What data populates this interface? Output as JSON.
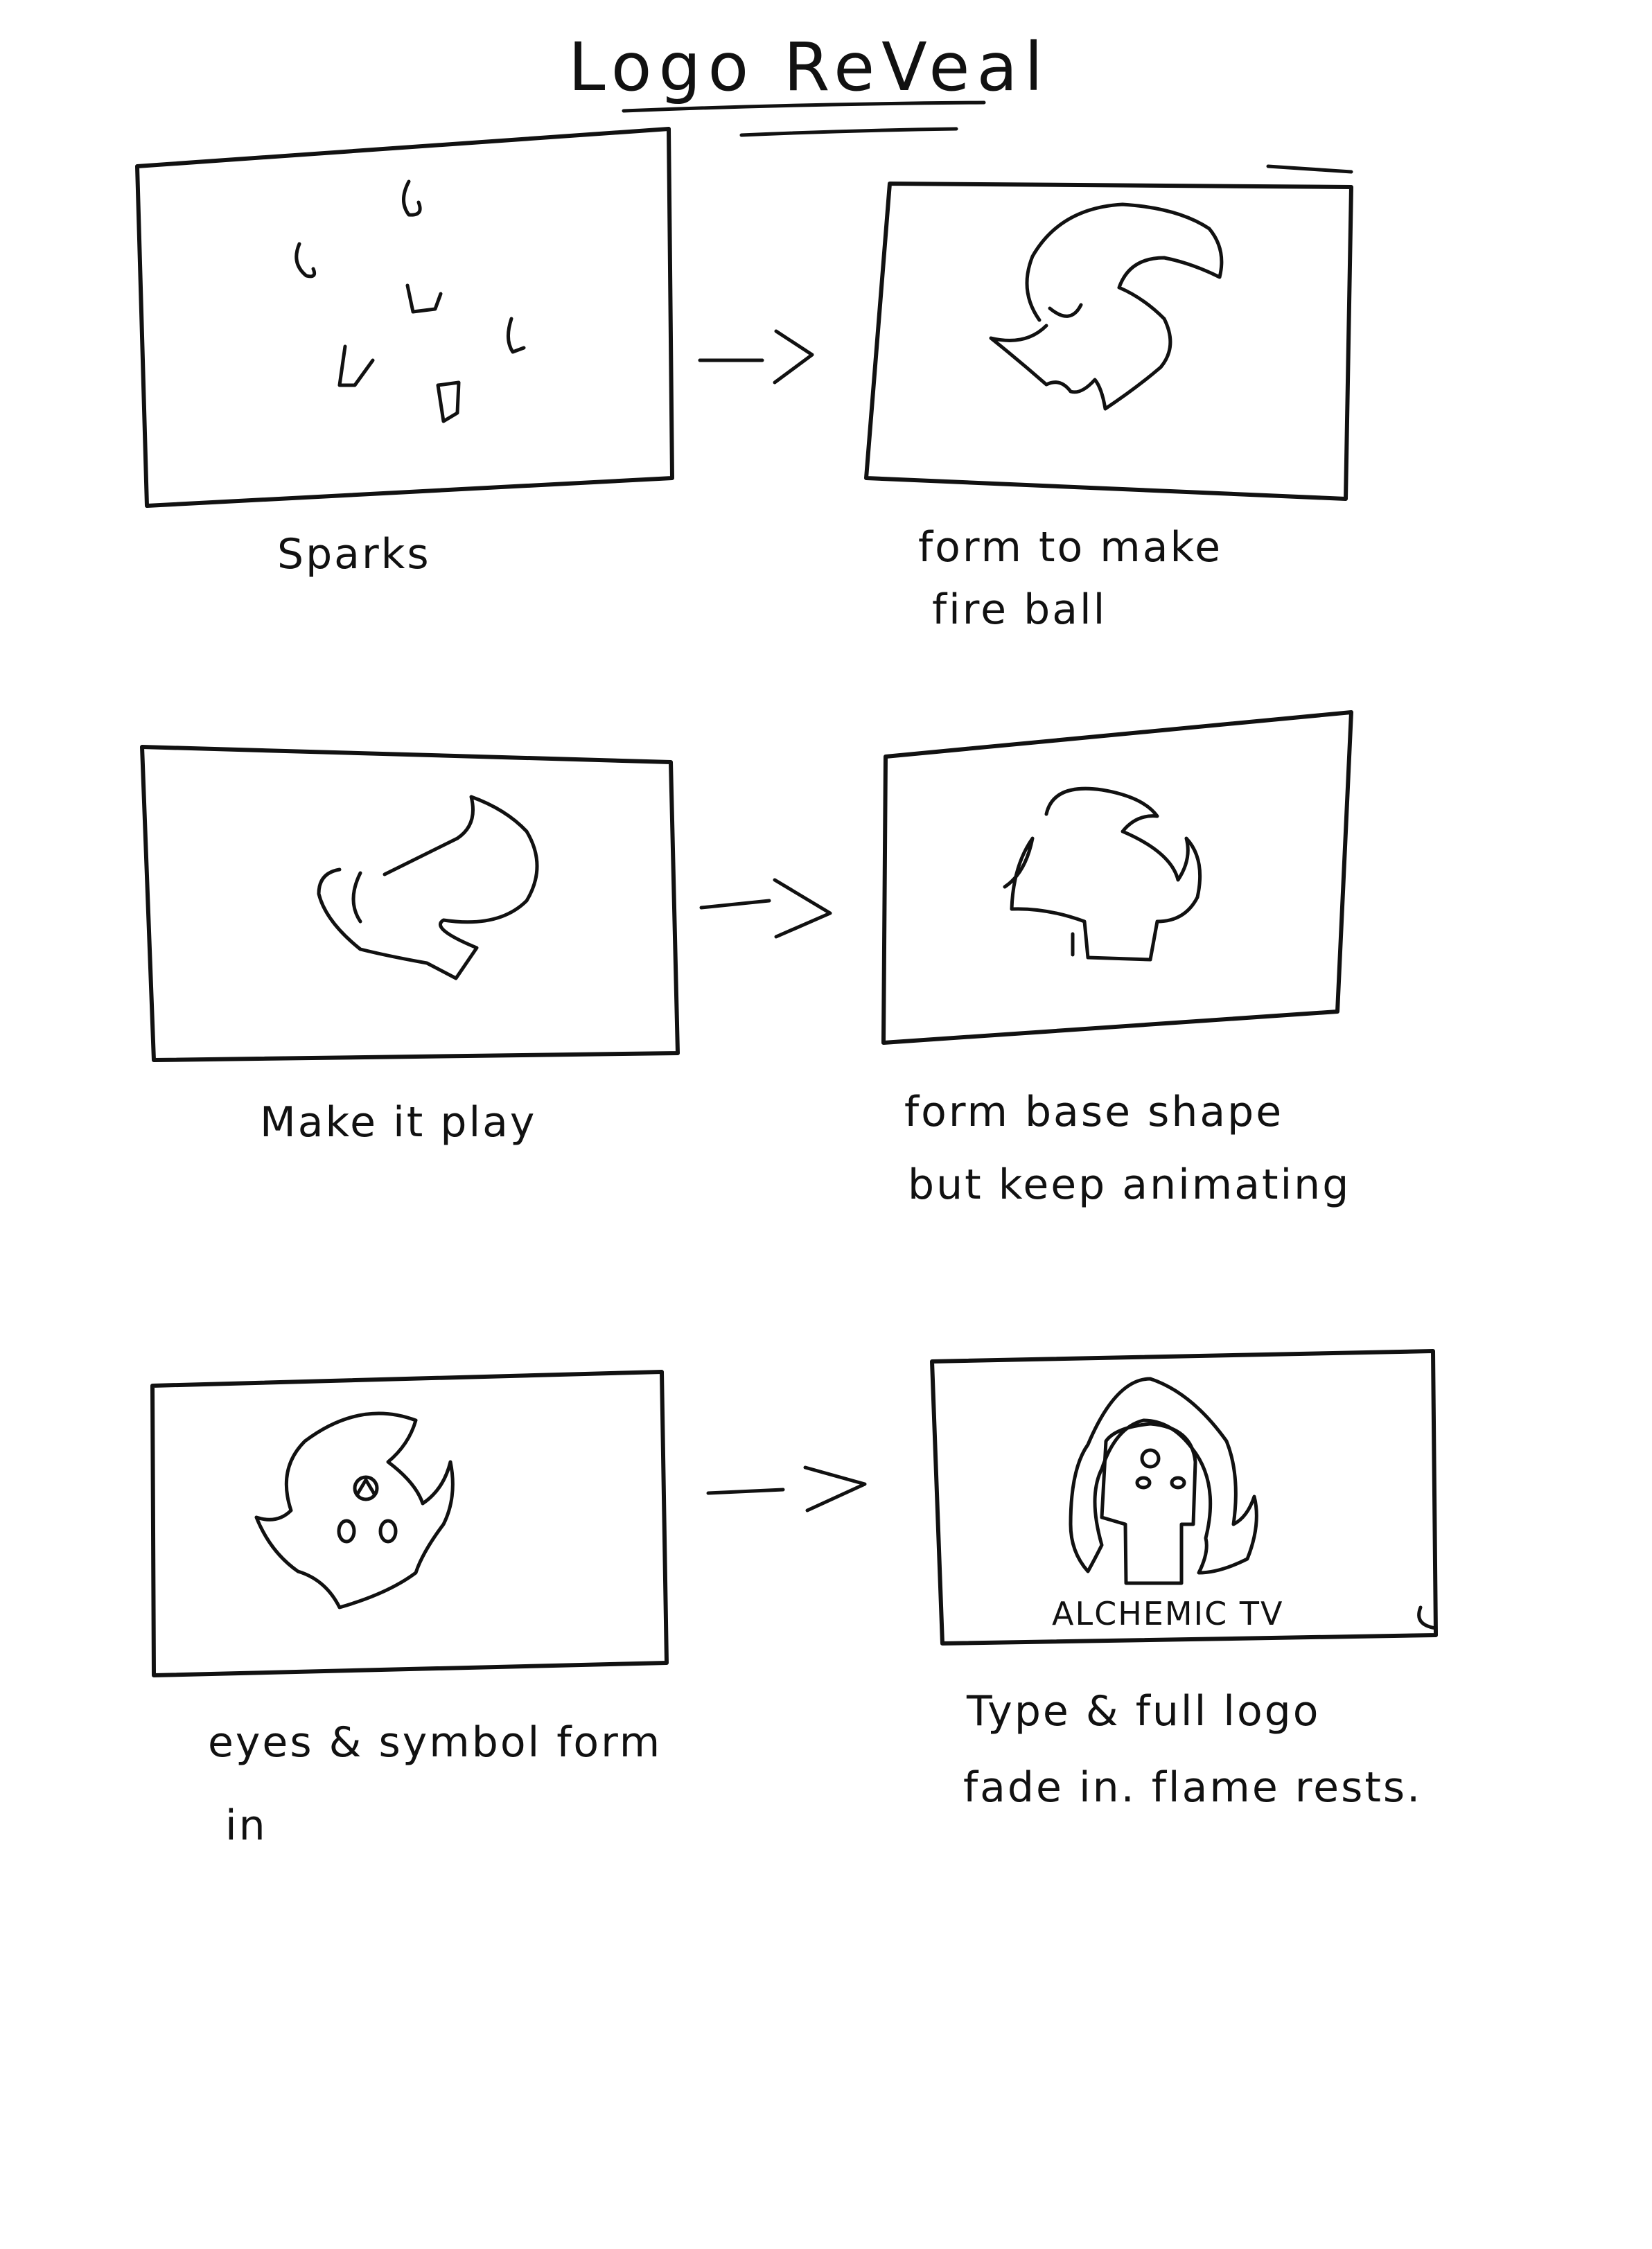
{
  "title": "Logo ReVeal",
  "panels": [
    {
      "caption_lines": [
        "Sparks"
      ]
    },
    {
      "caption_lines": [
        "form to make",
        "fire ball"
      ]
    },
    {
      "caption_lines": [
        "Make it play"
      ]
    },
    {
      "caption_lines": [
        "form base shape",
        "but keep animating"
      ]
    },
    {
      "caption_lines": [
        "eyes & symbol form",
        "in"
      ]
    },
    {
      "caption_lines": [
        "Type & full logo",
        "fade in. flame rests."
      ],
      "logo_text": "ALCHEMIC TV"
    }
  ],
  "arrow_symbol": "->",
  "colors": {
    "ink": "#111111",
    "paper": "#ffffff"
  }
}
